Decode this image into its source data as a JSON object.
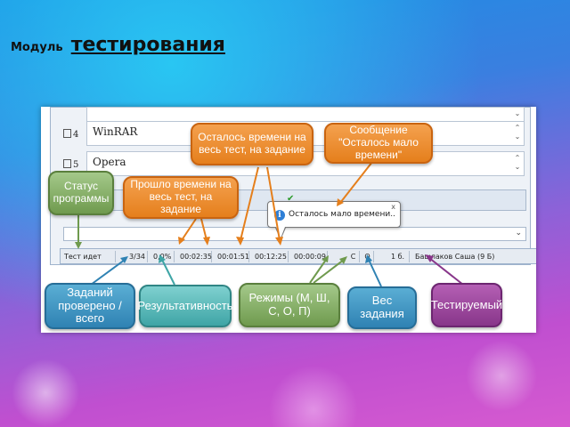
{
  "slide": {
    "title_prefix": "Модуль",
    "title_main": "тестирования"
  },
  "app": {
    "rows": [
      {
        "index": "4",
        "label": "WinRAR"
      },
      {
        "index": "5",
        "label": "Opera"
      }
    ],
    "tooltip": {
      "text": "Осталось мало времени..",
      "close": "x"
    },
    "status": {
      "state": "Тест идет",
      "checked": "3/34",
      "result": "0,0%",
      "time_total_elapsed": "00:02:35",
      "time_task_elapsed": "00:01:51",
      "time_total_left": "00:12:25",
      "time_task_left": "00:00:09",
      "mode_1": "С",
      "mode_2": "О",
      "weight": "1 б.",
      "user": "Башлаков Саша (9 Б)"
    }
  },
  "callouts": {
    "remaining": "Осталось времени на весь тест, на задание",
    "message": "Сообщение \"Осталось мало времени\"",
    "status": "Статус программы",
    "elapsed": "Прошло времени на весь тест, на задание",
    "tasks": "Заданий проверено / всего",
    "result": "Результативность",
    "modes": "Режимы (М, Ш, С, О, П)",
    "weight": "Вес задания",
    "tested": "Тестируемый"
  },
  "colors": {
    "orange": "#e57f1c",
    "green": "#6f9a4e",
    "blue": "#2f82b3",
    "teal": "#3fa5a6",
    "purple": "#88368a"
  }
}
